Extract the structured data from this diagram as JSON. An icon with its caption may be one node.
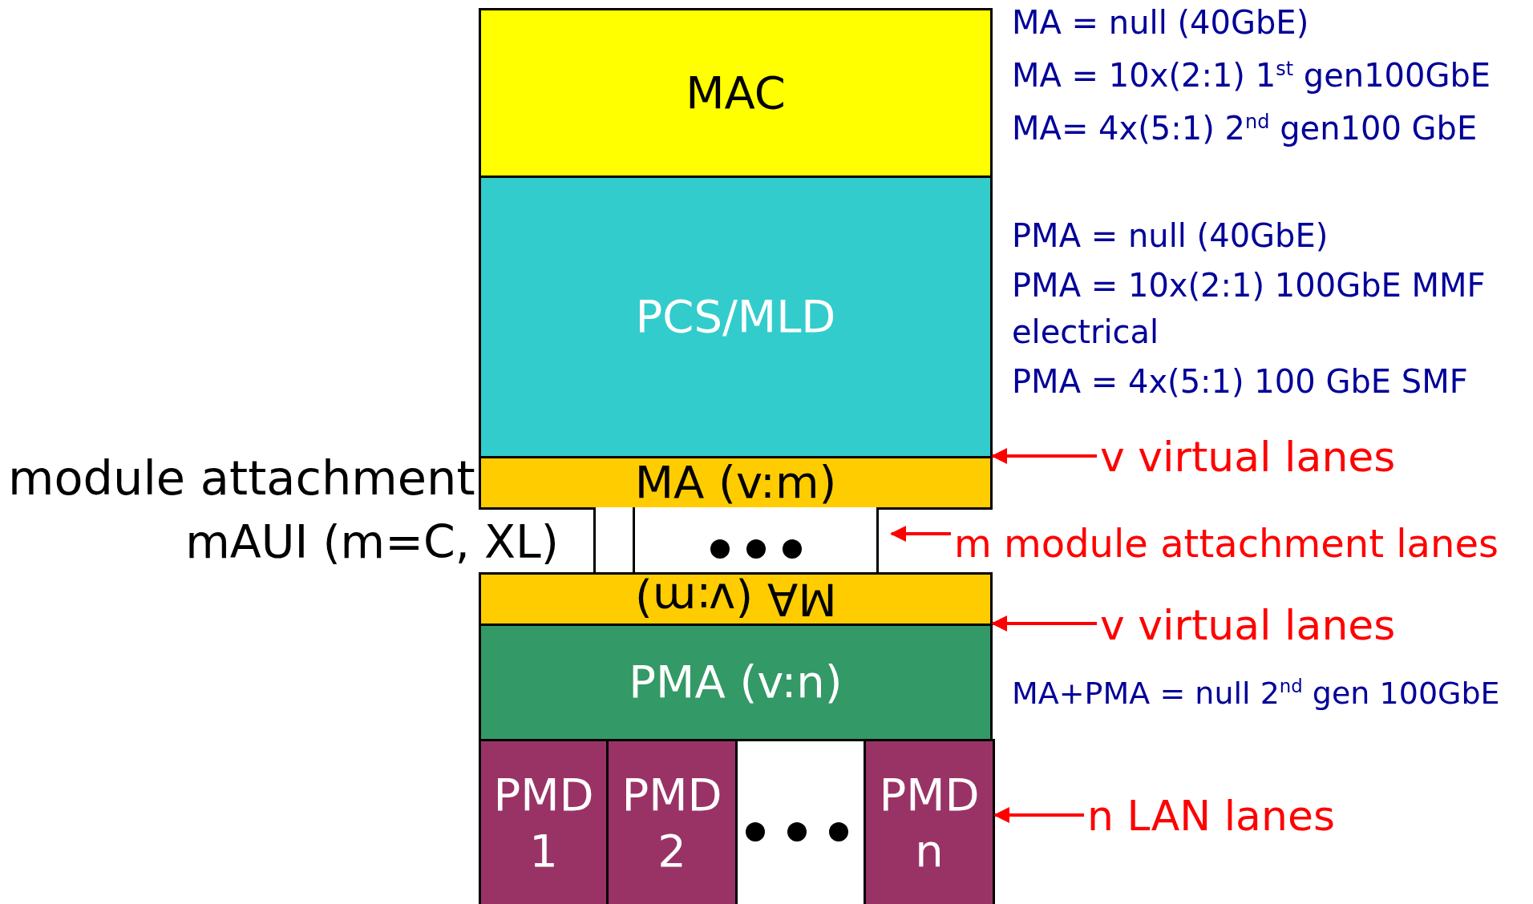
{
  "diagram": {
    "nodes": [
      {
        "text": [
          "MAC"
        ]
      },
      {
        "text": [
          "PCS/MLD"
        ]
      },
      {
        "text": [
          "MA (v:m)"
        ]
      },
      {
        "text": [],
        "shape": "box"
      },
      {
        "text": [],
        "shape": "box"
      },
      {
        "text": [
          "MA (v:m)"
        ]
      },
      {
        "text": [
          "PMA (v:n)"
        ]
      },
      {
        "text": [
          "PMD 1"
        ]
      },
      {
        "text": [
          "PMD 2"
        ]
      },
      {
        "text": [
          "PMD n"
        ]
      },
      {
        "text": [
          "v virtual lanes"
        ]
      },
      {
        "text": [
          "m module attachment lanes"
        ]
      },
      {
        "text": [
          "v virtual lanes"
        ]
      },
      {
        "text": [
          "n LAN lanes"
        ]
      }
    ],
    "edges": [
      {
        "from": 10,
        "to": 2,
        "arrow": "to"
      },
      {
        "from": 11,
        "to": 4,
        "arrow": "to"
      },
      {
        "from": 12,
        "to": 5,
        "arrow": "to"
      },
      {
        "from": 13,
        "to": 9,
        "arrow": "to"
      }
    ],
    "labels": [
      "MA = null (40GbE)",
      "MA = 10x(2:1) 1$^{st}$ gen100GbE",
      "MA= 4x(5:1) 2$^{nd}$ gen100 GbE",
      "PMA = null (40GbE)",
      "PMA = 10x(2:1) 100GbE MMF electrical",
      "PMA = 4x(5:1) 100 GbE SMF",
      "module attachment",
      "mAUI (m=C, XL)",
      "MA+PMA = null 2$^{nd}$ gen 100GbE"
    ]
  }
}
